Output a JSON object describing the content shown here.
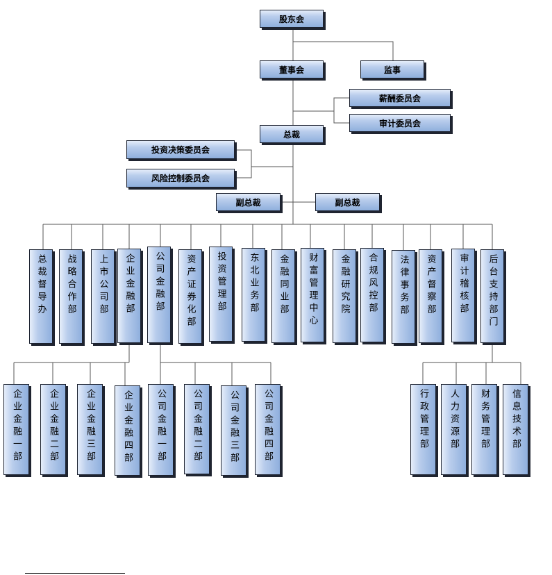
{
  "top": {
    "shareholders": "股东会",
    "board": "董事会",
    "supervisor": "监事",
    "compensation_committee": "薪酬委员会",
    "audit_committee": "审计委员会",
    "president": "总裁",
    "investment_committee": "投资决策委员会",
    "risk_committee": "风险控制委员会",
    "vp_left": "副总裁",
    "vp_right": "副总裁"
  },
  "departments": [
    "总裁督导办",
    "战略合作部",
    "上市公司部",
    "企业金融部",
    "公司金融部",
    "资产证券化部",
    "投资管理部",
    "东北业务部",
    "金融同业部",
    "财富管理中心",
    "金融研究院",
    "合规风控部",
    "法律事务部",
    "资产督察部",
    "审计稽核部",
    "后台支持部门"
  ],
  "enterprise_subs": [
    "企业金融一部",
    "企业金融二部",
    "企业金融三部",
    "企业金融四部"
  ],
  "corporate_subs": [
    "公司金融一部",
    "公司金融二部",
    "公司金融三部",
    "公司金融四部"
  ],
  "backoffice_subs": [
    "行政管理部",
    "人力资源部",
    "财务管理部",
    "信息技术部"
  ]
}
